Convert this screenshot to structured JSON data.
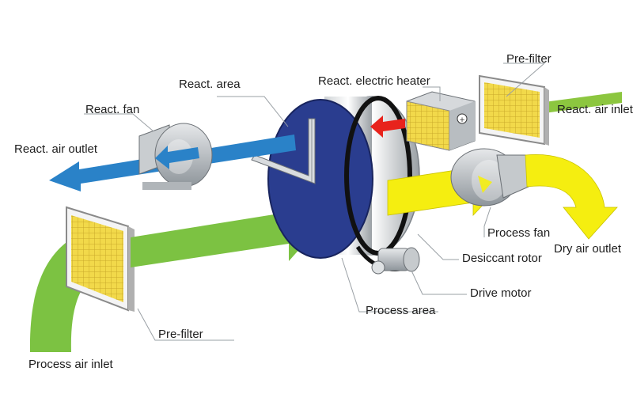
{
  "labels": {
    "react_area": "React. area",
    "react_electric_heater": "React. electric heater",
    "pre_filter_top": "Pre-filter",
    "react_fan": "React. fan",
    "react_air_inlet": "React. air inlet",
    "react_air_outlet": "React. air outlet",
    "process_fan": "Process fan",
    "dry_air_outlet": "Dry air outlet",
    "desiccant_rotor": "Desiccant rotor",
    "drive_motor": "Drive motor",
    "process_area": "Process area",
    "pre_filter_bottom": "Pre-filter",
    "process_air_inlet": "Process air inlet"
  },
  "colors": {
    "process_air": "#7cc242",
    "dry_air": "#f5ee10",
    "react_outlet_air": "#2a82c8",
    "react_inlet_air": "#8cc63f",
    "heated_air": "#e8231c",
    "rotor_face": "#2a3d8f",
    "filter_media": "#f0d640"
  }
}
